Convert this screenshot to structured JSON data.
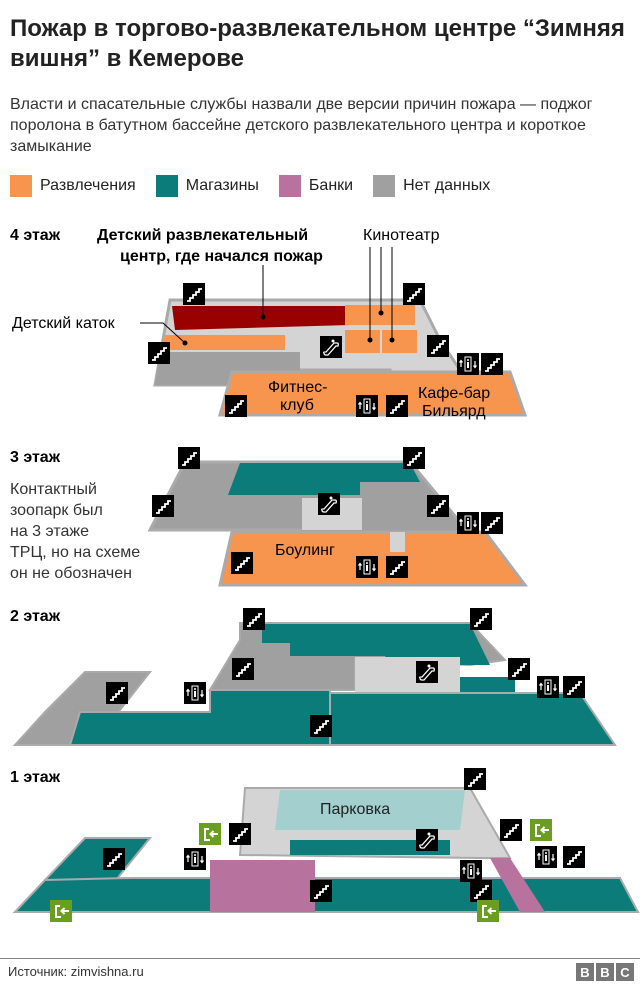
{
  "title": "Пожар в торгово-развлекательном центре “Зимняя вишня” в Кемерове",
  "subtitle": "Власти и спасательные службы назвали две версии причин пожара — поджог поролона в батутном бассейне детского развлекательного центра и короткое замыкание",
  "legend": [
    {
      "label": "Развлечения",
      "color": "#f7944d"
    },
    {
      "label": "Магазины",
      "color": "#0c7c7b"
    },
    {
      "label": "Банки",
      "color": "#b7739d"
    },
    {
      "label": "Нет данных",
      "color": "#a0a0a0"
    }
  ],
  "colors": {
    "fire_zone": "#990000",
    "corridor": "#d4d4d4",
    "parking": "#a3cfcf",
    "exit_green": "#6a9e1f",
    "icon_black": "#000000"
  },
  "floors": [
    {
      "label": "4 этаж",
      "annotations": {
        "fire_origin": "Детский развлекательный центр, где начался пожар",
        "cinema": "Кинотеатр",
        "ice_rink": "Детский каток"
      },
      "areas": [
        "Фитнес-клуб",
        "Кафе-бар Бильярд"
      ]
    },
    {
      "label": "3 этаж",
      "note": "Контактный зоопарк был на 3 этаже ТРЦ, но на схеме он не обозначен",
      "areas": [
        "Боулинг"
      ]
    },
    {
      "label": "2 этаж",
      "areas": []
    },
    {
      "label": "1 этаж",
      "areas": [
        "Парковка"
      ]
    }
  ],
  "icons": [
    "stairs-icon",
    "escalator-icon",
    "elevator-icon",
    "emergency-exit-icon"
  ],
  "footer": {
    "source": "Источник: zimvishna.ru",
    "logo": [
      "B",
      "B",
      "C"
    ]
  }
}
